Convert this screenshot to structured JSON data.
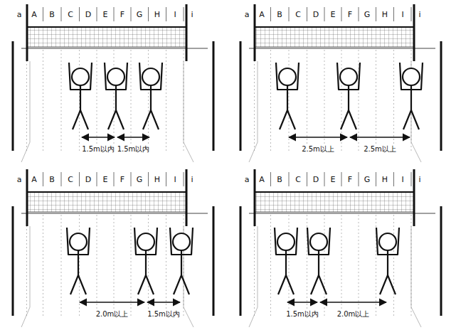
{
  "diagram": {
    "labels": [
      "a",
      "A",
      "B",
      "C",
      "D",
      "E",
      "F",
      "G",
      "H",
      "I",
      "i",
      "1.5m以内",
      "1.5m以内",
      "a",
      "A",
      "B",
      "C",
      "D",
      "E",
      "F",
      "G",
      "H",
      "I",
      "i",
      "2.5m以上",
      "2.5m以上",
      "a",
      "A",
      "B",
      "C",
      "D",
      "E",
      "F",
      "G",
      "H",
      "I",
      "i",
      "2.0m以上",
      "1.5m以内",
      "a",
      "A",
      "B",
      "C",
      "D",
      "E",
      "F",
      "G",
      "H",
      "I",
      "i",
      "1.5m以内",
      "2.0m以上"
    ]
  }
}
